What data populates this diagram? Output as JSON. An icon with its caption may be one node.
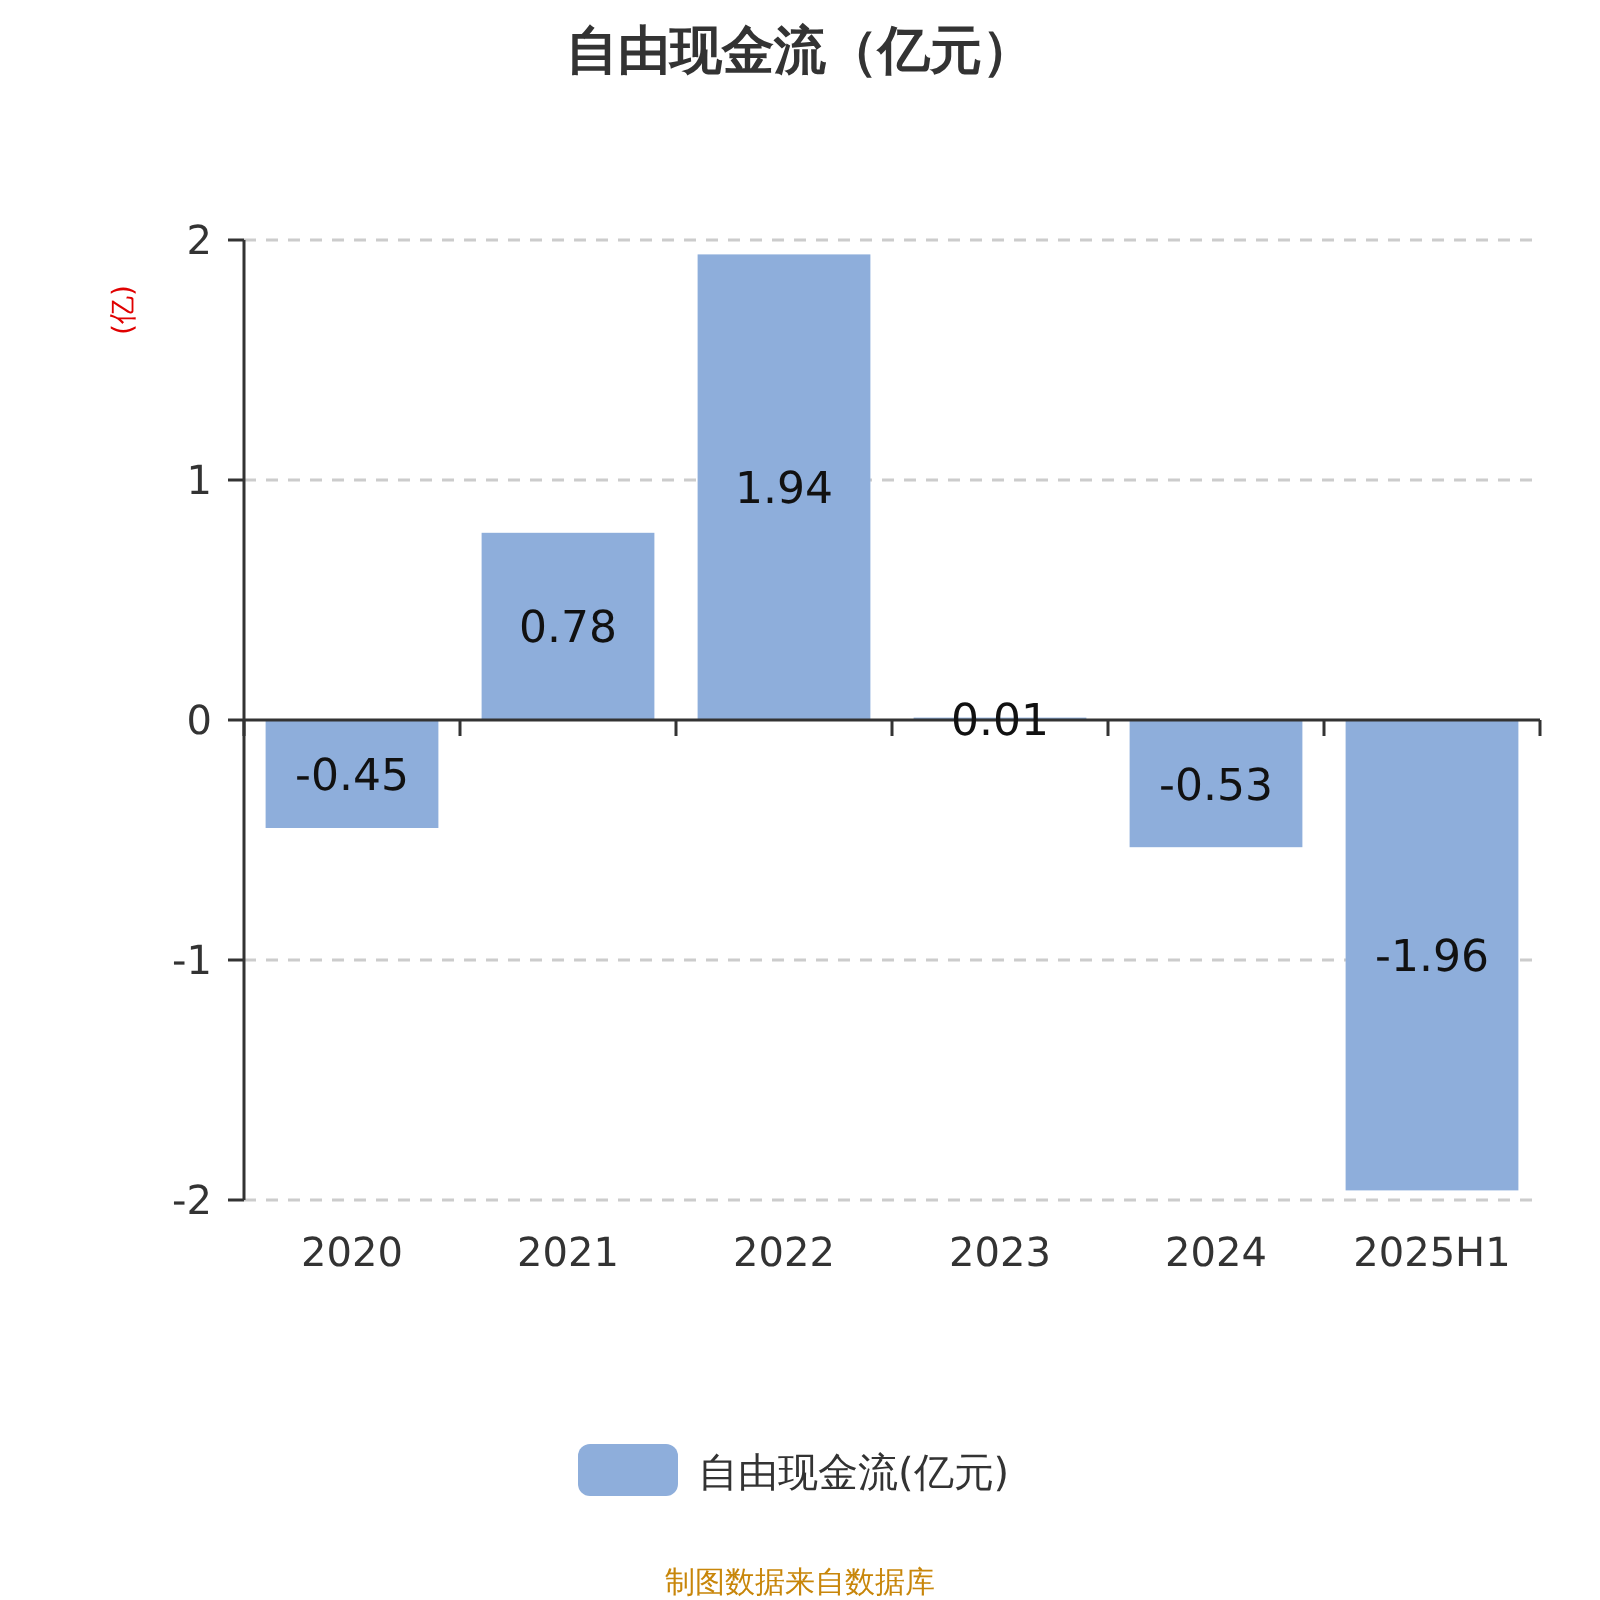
{
  "diagram": {
    "caption": "制图数据来自数据库",
    "chart_data": {
      "type": "bar",
      "title": "自由现金流（亿元）",
      "ylabel": "(亿)",
      "categories": [
        "2020",
        "2021",
        "2022",
        "2023",
        "2024",
        "2025H1"
      ],
      "series": [
        {
          "name": "自由现金流(亿元)",
          "color": "#8eaedb",
          "values": [
            -0.45,
            0.78,
            1.94,
            0.01,
            -0.53,
            -1.96
          ]
        }
      ],
      "ylim": [
        -2,
        2
      ],
      "yticks": [
        -2,
        -1,
        0,
        1,
        2
      ],
      "data_labels": true
    }
  }
}
